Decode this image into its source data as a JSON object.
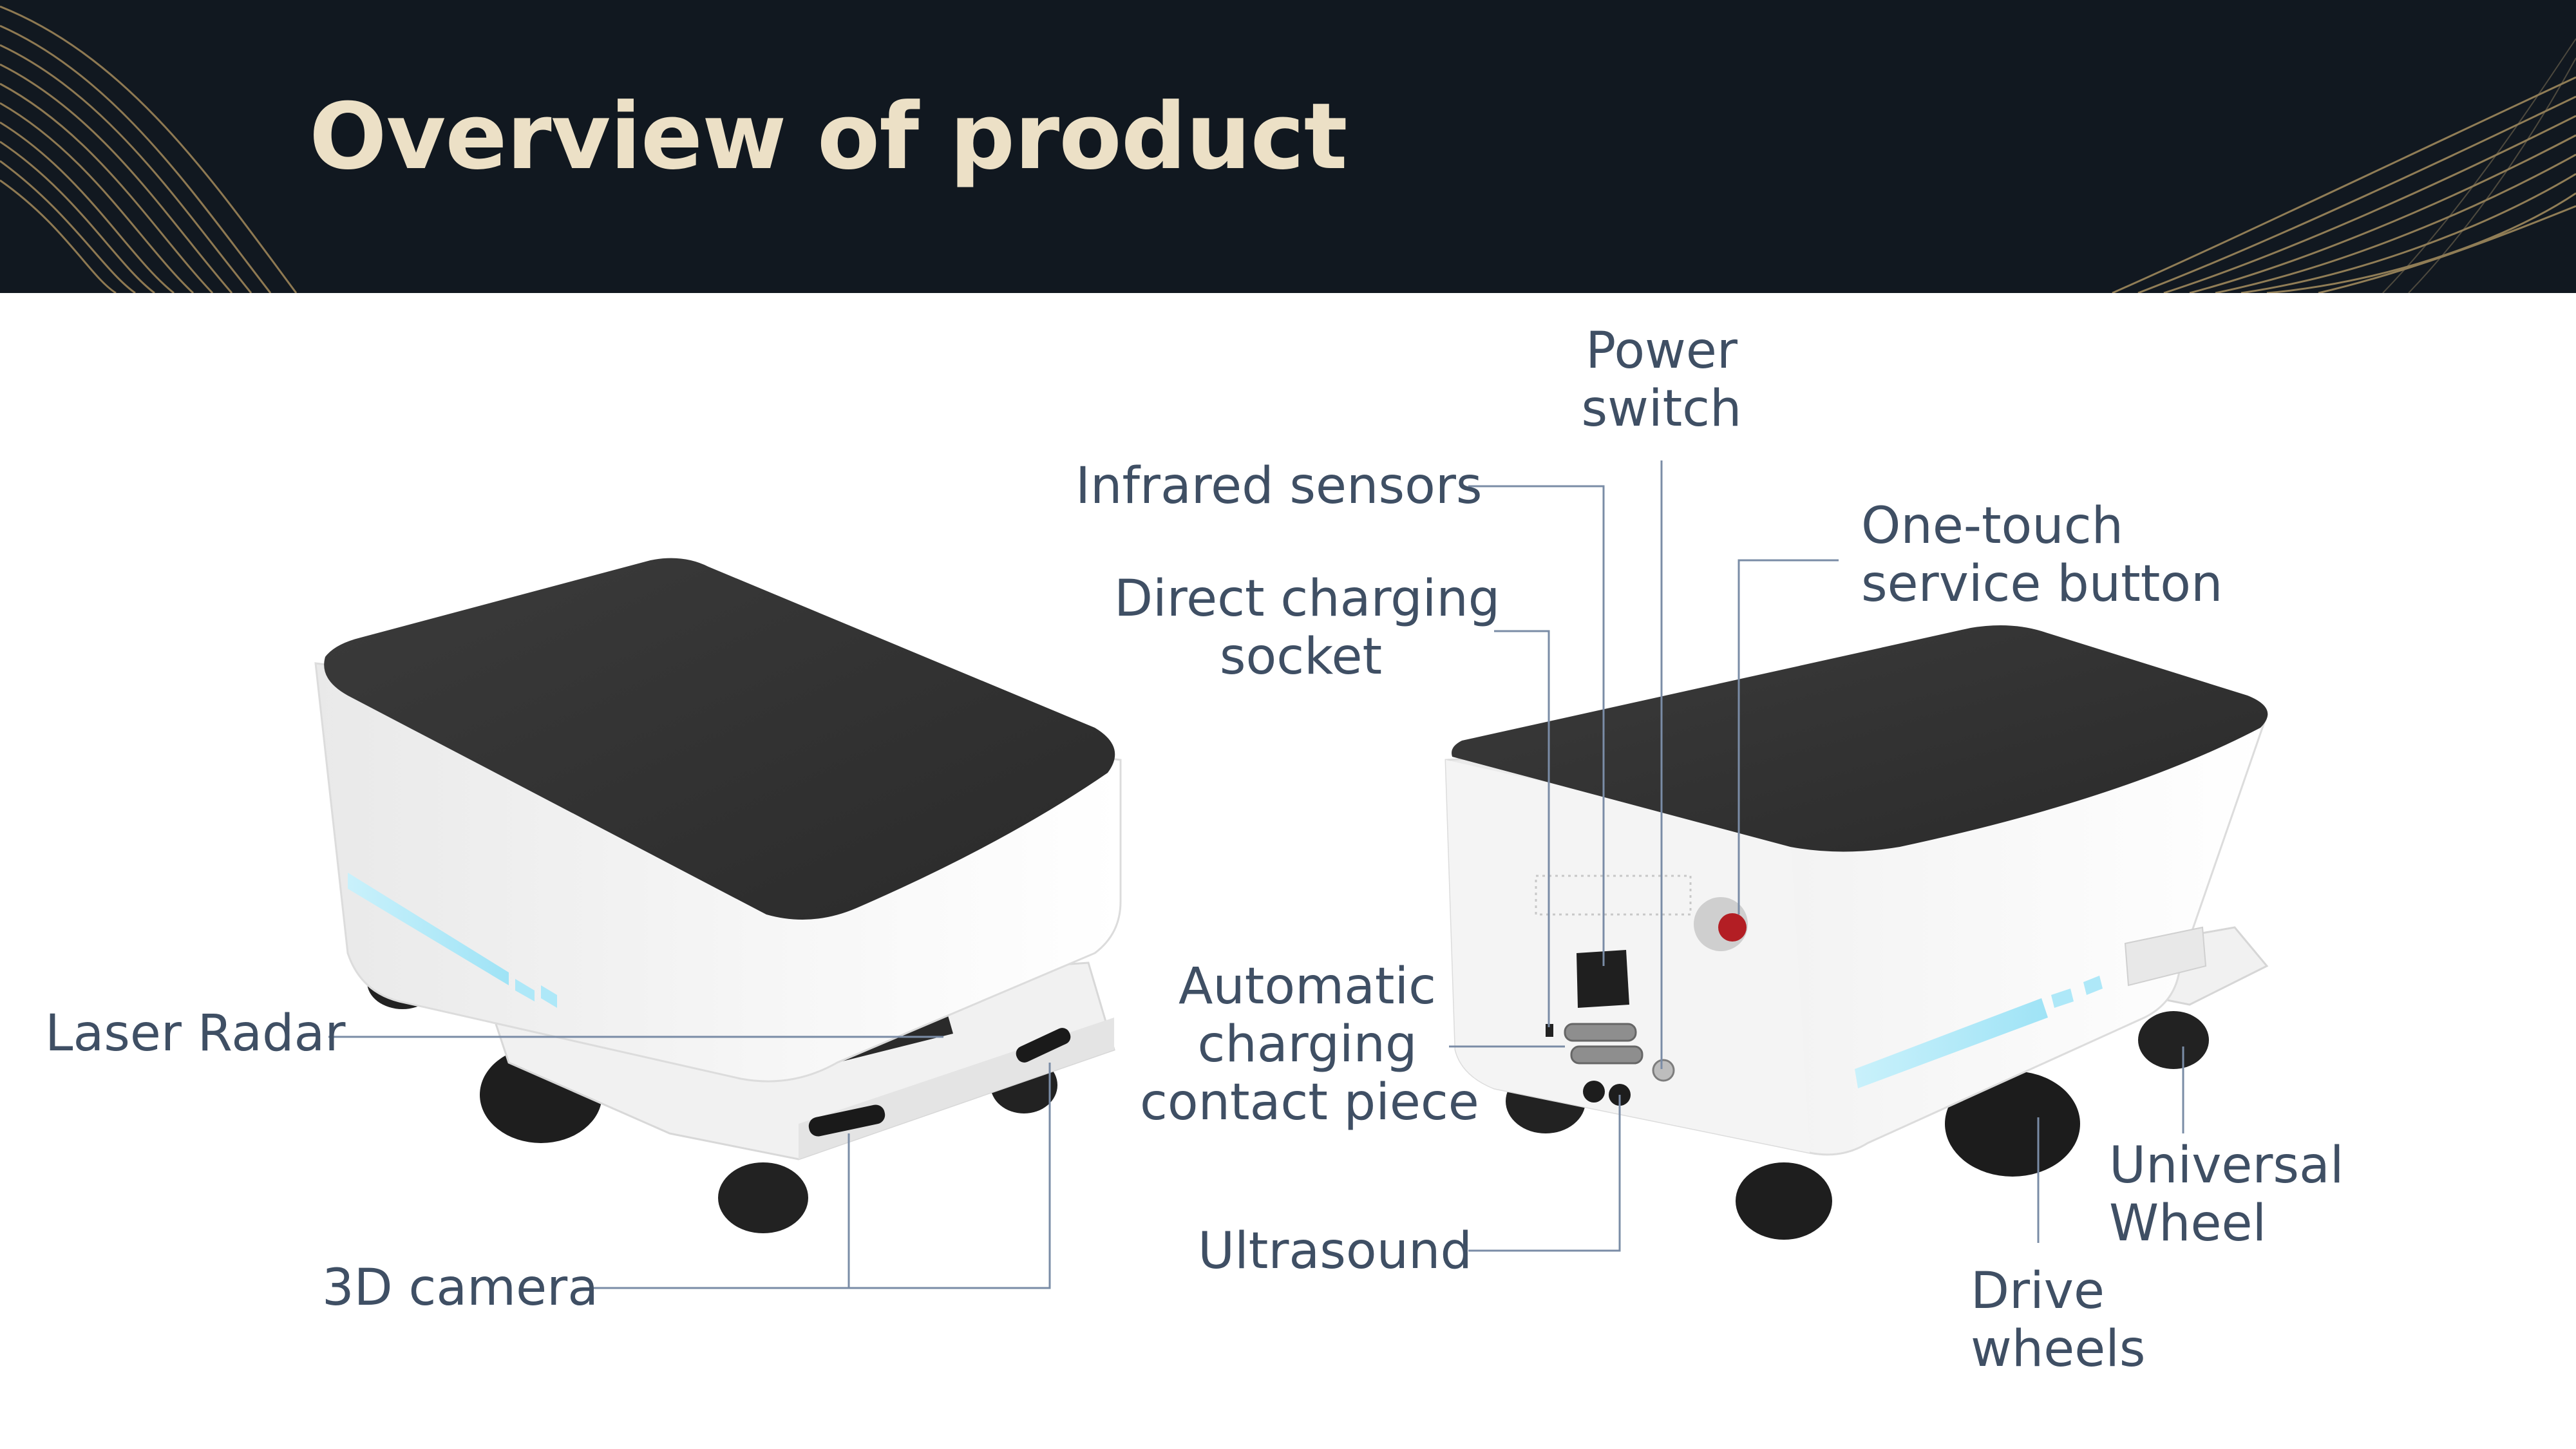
{
  "slide": {
    "title": "Overview of product",
    "accent_color": "#ece0c6",
    "header_color": "#111820",
    "label_color": "#3f4f64"
  },
  "labels": {
    "power_switch": [
      "Power",
      "switch"
    ],
    "infrared_sensors": "Infrared sensors",
    "one_touch": [
      "One-touch",
      "service button"
    ],
    "direct_charging": [
      "Direct charging",
      "socket"
    ],
    "laser_radar": "Laser Radar",
    "automatic_charging": [
      "Automatic",
      "charging",
      "contact piece"
    ],
    "camera_3d": "3D camera",
    "ultrasound": "Ultrasound",
    "universal_wheel": [
      "Universal",
      "Wheel"
    ],
    "drive_wheels": [
      "Drive",
      "wheels"
    ]
  }
}
